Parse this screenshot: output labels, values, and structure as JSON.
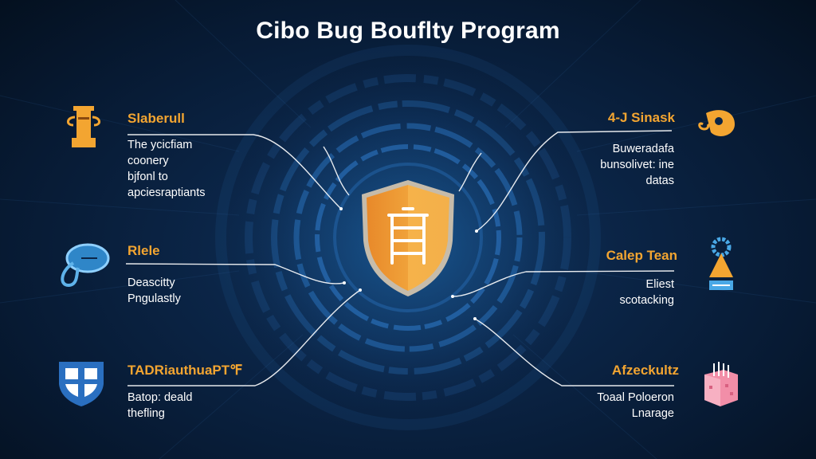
{
  "title": "Cibo Bug Bouflty Program",
  "colors": {
    "accent": "#f3a531",
    "background": "#0b2547",
    "shield": "#f0a23a",
    "line": "#ffffff"
  },
  "items": [
    {
      "id": "top-left",
      "title": "Slaberull",
      "desc": [
        "The ycicfiam",
        "coonery",
        "bjfonl to",
        "apciesraptiants"
      ],
      "icon": "lock-bridge-icon"
    },
    {
      "id": "mid-left",
      "title": "Rlele",
      "desc": [
        "Deascitty",
        "Pngulastly"
      ],
      "icon": "padlock-icon"
    },
    {
      "id": "bottom-left",
      "title": "TADRiauthuaPT℉",
      "desc": [
        "Batop: deald",
        "thefling"
      ],
      "icon": "shield-cross-icon"
    },
    {
      "id": "top-right",
      "title": "4-J Sinask",
      "desc": [
        "Buweradafa",
        "bunsolivet: ine",
        "datas"
      ],
      "icon": "snail-icon"
    },
    {
      "id": "mid-right",
      "title": "Calep Tean",
      "desc": [
        "Eliest",
        "scotacking"
      ],
      "icon": "gear-triangle-icon"
    },
    {
      "id": "bottom-right",
      "title": "Afzeckultz",
      "desc": [
        "Toaal Poloeron",
        "Lnarage"
      ],
      "icon": "cube-antenna-icon"
    }
  ],
  "center": {
    "icon": "shield-ladder-icon"
  }
}
